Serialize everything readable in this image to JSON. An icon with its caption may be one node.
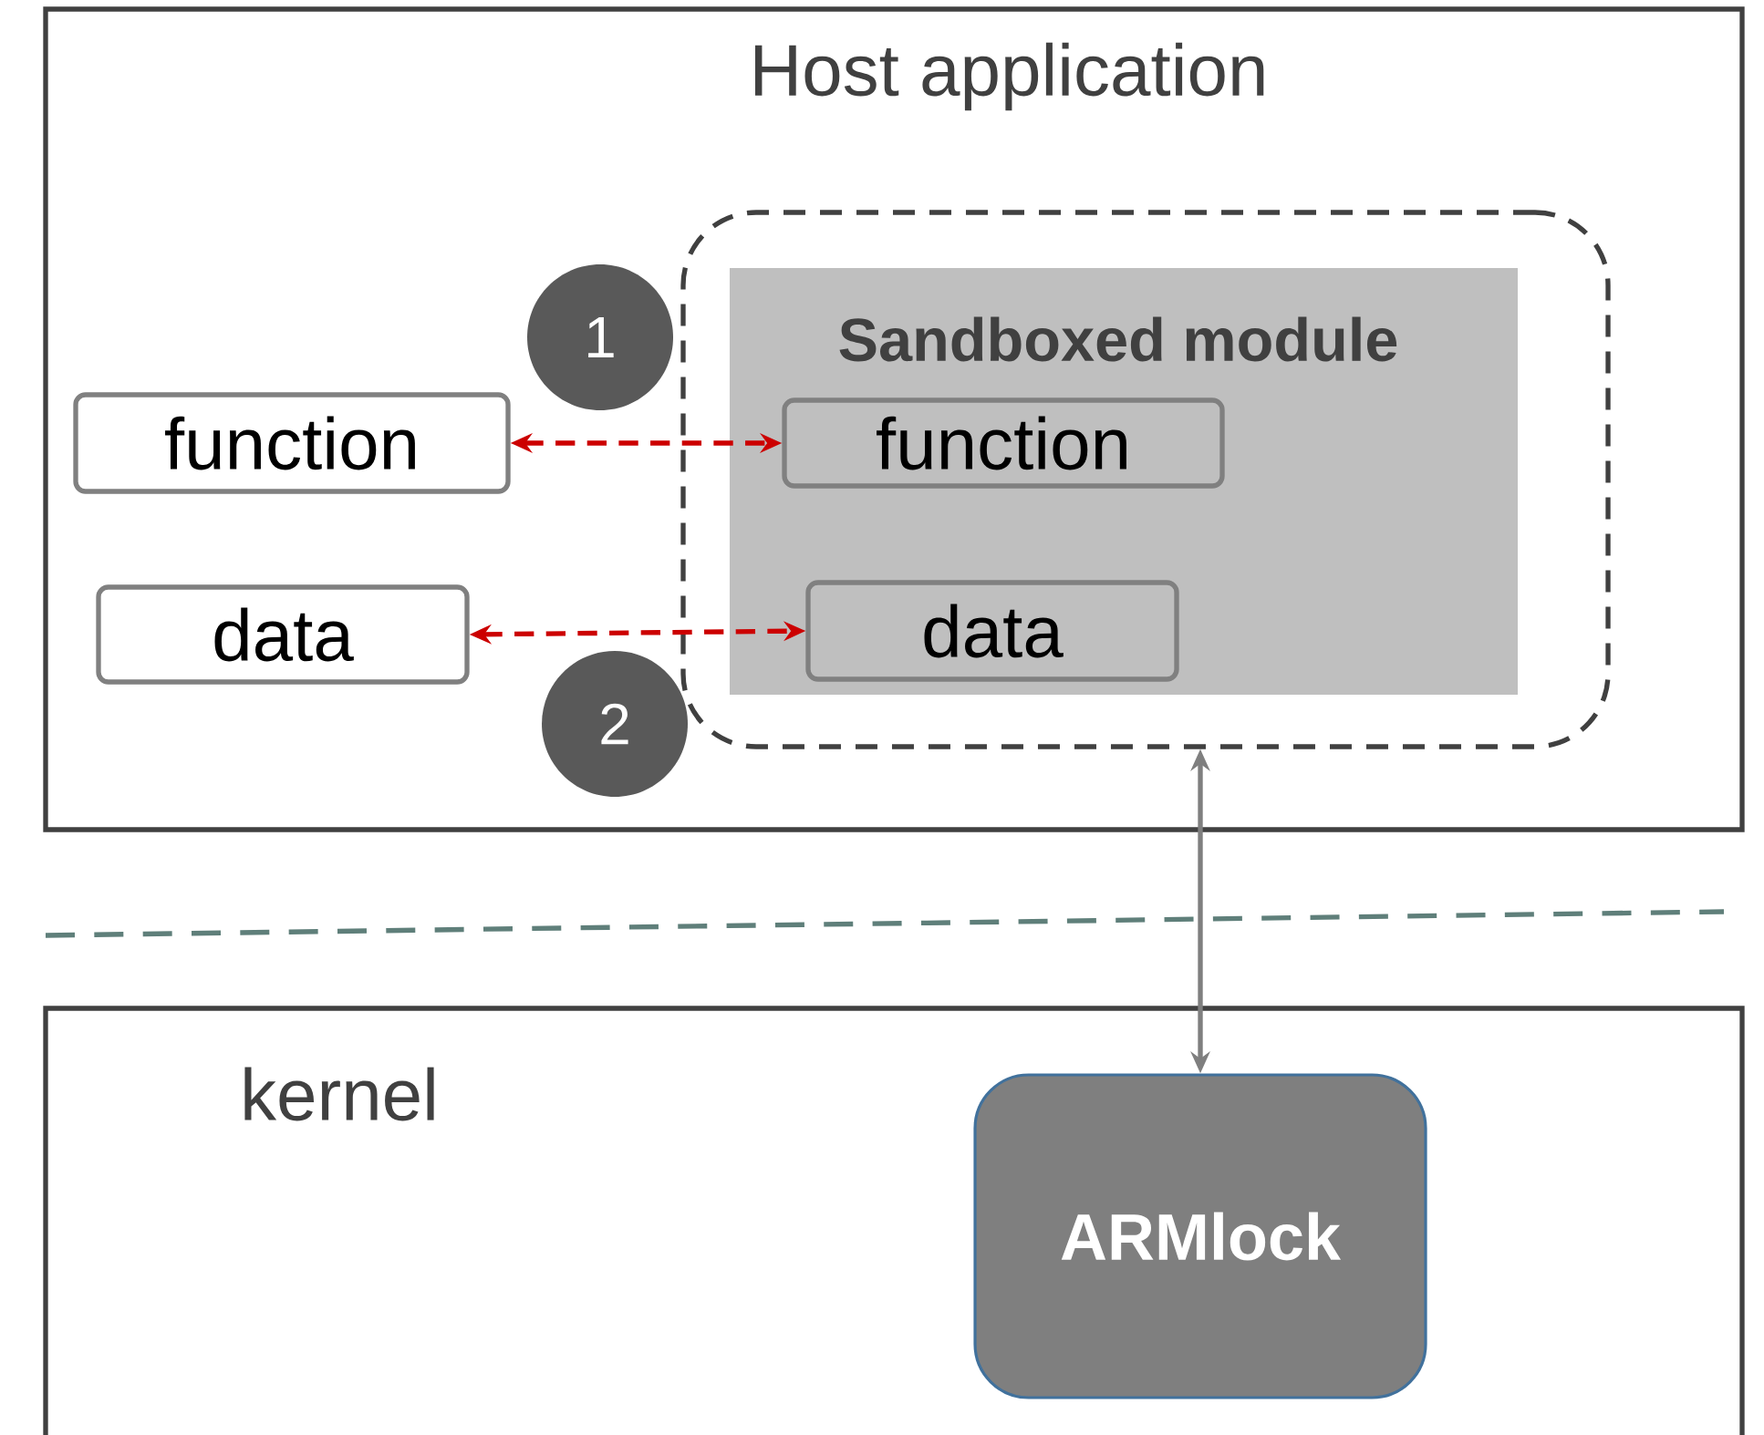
{
  "diagram": {
    "nodes": [
      {
        "text": [
          "Host application"
        ]
      },
      {
        "text": [],
        "shape": "box",
        "in": 0
      },
      {
        "text": [
          "Sandboxed module"
        ],
        "in": 1
      },
      {
        "text": [
          "function"
        ],
        "in": 2
      },
      {
        "text": [
          "data"
        ],
        "in": 2
      },
      {
        "text": [
          "function"
        ],
        "in": 0
      },
      {
        "text": [
          "data"
        ],
        "in": 0
      },
      {
        "text": [
          "1"
        ],
        "in": 0
      },
      {
        "text": [
          "2"
        ],
        "in": 0
      },
      {
        "text": [
          "kernel"
        ]
      },
      {
        "text": [
          "ARMlock"
        ],
        "in": 9
      }
    ],
    "edges": [
      {
        "from": 5,
        "to": 3,
        "arrow": "both",
        "style": "dashed"
      },
      {
        "from": 6,
        "to": 4,
        "arrow": "both",
        "style": "dashed"
      },
      {
        "from": 1,
        "to": 10,
        "arrow": "both",
        "color": "#7f7f7f"
      }
    ]
  }
}
